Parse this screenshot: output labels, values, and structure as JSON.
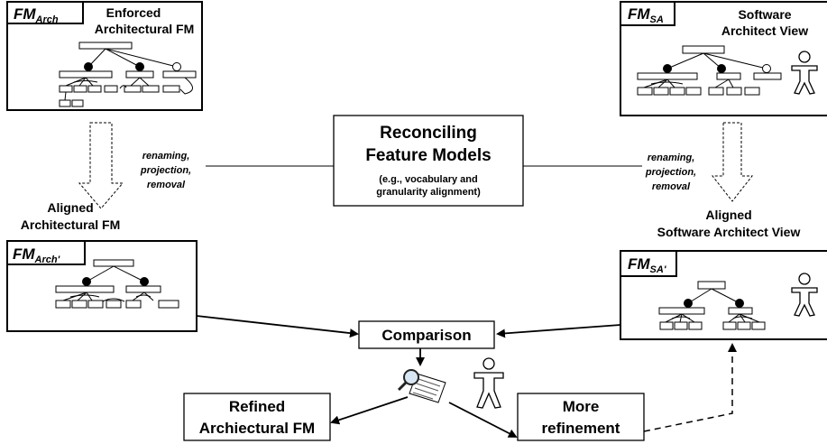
{
  "fm_arch": {
    "tag_main": "FM",
    "tag_sub": "Arch",
    "title_line1": "Enforced",
    "title_line2": "Architectural FM"
  },
  "fm_sa": {
    "tag_main": "FM",
    "tag_sub": "SA",
    "title_line1": "Software",
    "title_line2": "Architect View"
  },
  "fm_arch_prime": {
    "tag_main": "FM",
    "tag_sub": "Arch'"
  },
  "fm_sa_prime": {
    "tag_main": "FM",
    "tag_sub": "SA'"
  },
  "reconcile": {
    "line1": "Reconciling",
    "line2": "Feature Models",
    "line3": "(e.g., vocabulary and",
    "line4": "granularity alignment)"
  },
  "ops_left": [
    "renaming,",
    "projection,",
    "removal"
  ],
  "ops_right": [
    "renaming,",
    "projection,",
    "removal"
  ],
  "aligned_arch": [
    "Aligned",
    "Architectural FM"
  ],
  "aligned_sa": [
    "Aligned",
    "Software Architect View"
  ],
  "comparison": "Comparison",
  "refined": [
    "Refined",
    "Archiectural FM"
  ],
  "more_refinement": [
    "More",
    "refinement"
  ]
}
